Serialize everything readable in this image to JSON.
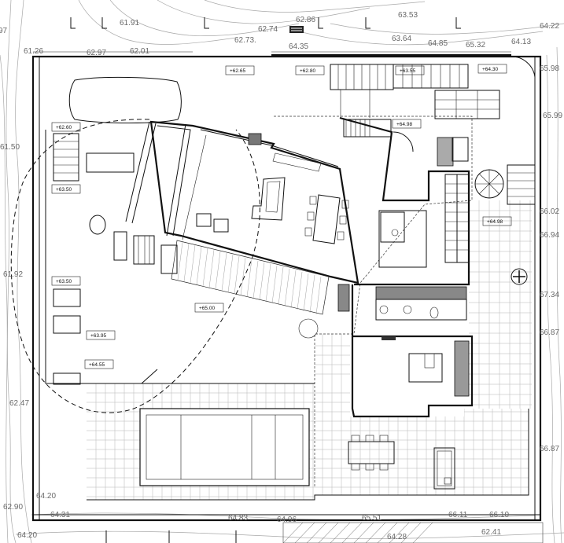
{
  "contour_labels": [
    {
      "text": "97"
    },
    {
      "text": "61.91"
    },
    {
      "text": "61.26"
    },
    {
      "text": "62.97"
    },
    {
      "text": "62.01"
    },
    {
      "text": "62.73."
    },
    {
      "text": "62.74"
    },
    {
      "text": "62.86"
    },
    {
      "text": "64.35"
    },
    {
      "text": "63.53"
    },
    {
      "text": "63.64"
    },
    {
      "text": "64.85"
    },
    {
      "text": "65.32"
    },
    {
      "text": "64.13"
    },
    {
      "text": "64.22"
    },
    {
      "text": "65.98"
    },
    {
      "text": "61.50"
    },
    {
      "text": "61.92"
    },
    {
      "text": "62.47"
    },
    {
      "text": "62.90"
    },
    {
      "text": "64.20"
    },
    {
      "text": "64.31"
    },
    {
      "text": "64.20"
    },
    {
      "text": "64.83"
    },
    {
      "text": "64.96"
    },
    {
      "text": "65.51"
    },
    {
      "text": "64.28"
    },
    {
      "text": "66.11"
    },
    {
      "text": "66.10"
    },
    {
      "text": "62.41"
    },
    {
      "text": "66.02"
    },
    {
      "text": "66.94"
    },
    {
      "text": "67.34"
    },
    {
      "text": "66.87"
    },
    {
      "text": "66.87"
    },
    {
      "text": "65.99"
    }
  ],
  "level_markers": [
    {
      "text": "+62.65"
    },
    {
      "text": "+62.80"
    },
    {
      "text": "+63.55"
    },
    {
      "text": "+64.30"
    },
    {
      "text": "+62.60"
    },
    {
      "text": "+64.98"
    },
    {
      "text": "+63.50"
    },
    {
      "text": "+64.98"
    },
    {
      "text": "+63.50"
    },
    {
      "text": "+65.00"
    },
    {
      "text": "+63.95"
    },
    {
      "text": "+64.55"
    }
  ]
}
